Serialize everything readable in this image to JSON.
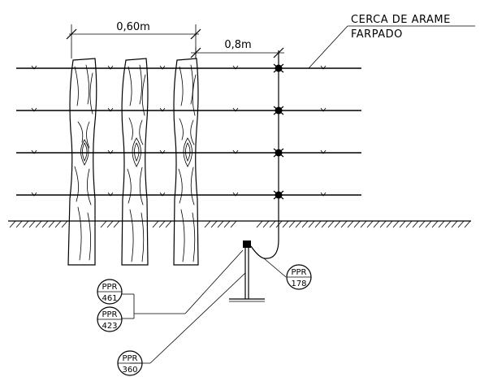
{
  "dimensions": {
    "post_spacing": "0,60m",
    "wire_spacing": "0,8m"
  },
  "label": {
    "line1": "CERCA DE ARAME",
    "line2": "FARPADO"
  },
  "tags": [
    {
      "code": "PPR",
      "number": "178"
    },
    {
      "code": "PPR",
      "number": "461"
    },
    {
      "code": "PPR",
      "number": "423"
    },
    {
      "code": "PPR",
      "number": "360"
    }
  ]
}
